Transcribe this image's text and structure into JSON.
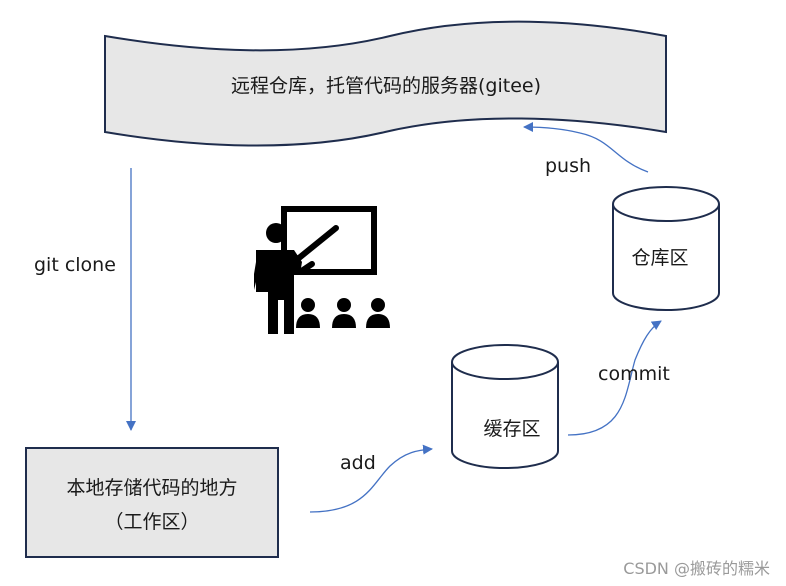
{
  "remote": {
    "label": "远程仓库，托管代码的服务器(gitee)"
  },
  "local": {
    "line1": "本地存储代码的地方",
    "line2": "（工作区）"
  },
  "repo": {
    "label": "仓库区"
  },
  "staging": {
    "label": "缓存区"
  },
  "edges": {
    "clone": "git clone",
    "add": "add",
    "commit": "commit",
    "push": "push"
  },
  "icons": {
    "teacher": "teacher-presentation-icon"
  },
  "colors": {
    "arrow": "#4472c4",
    "box_fill": "#e7e7e7",
    "stroke": "#1f2d4d"
  },
  "watermark": "CSDN @搬砖的糯米"
}
